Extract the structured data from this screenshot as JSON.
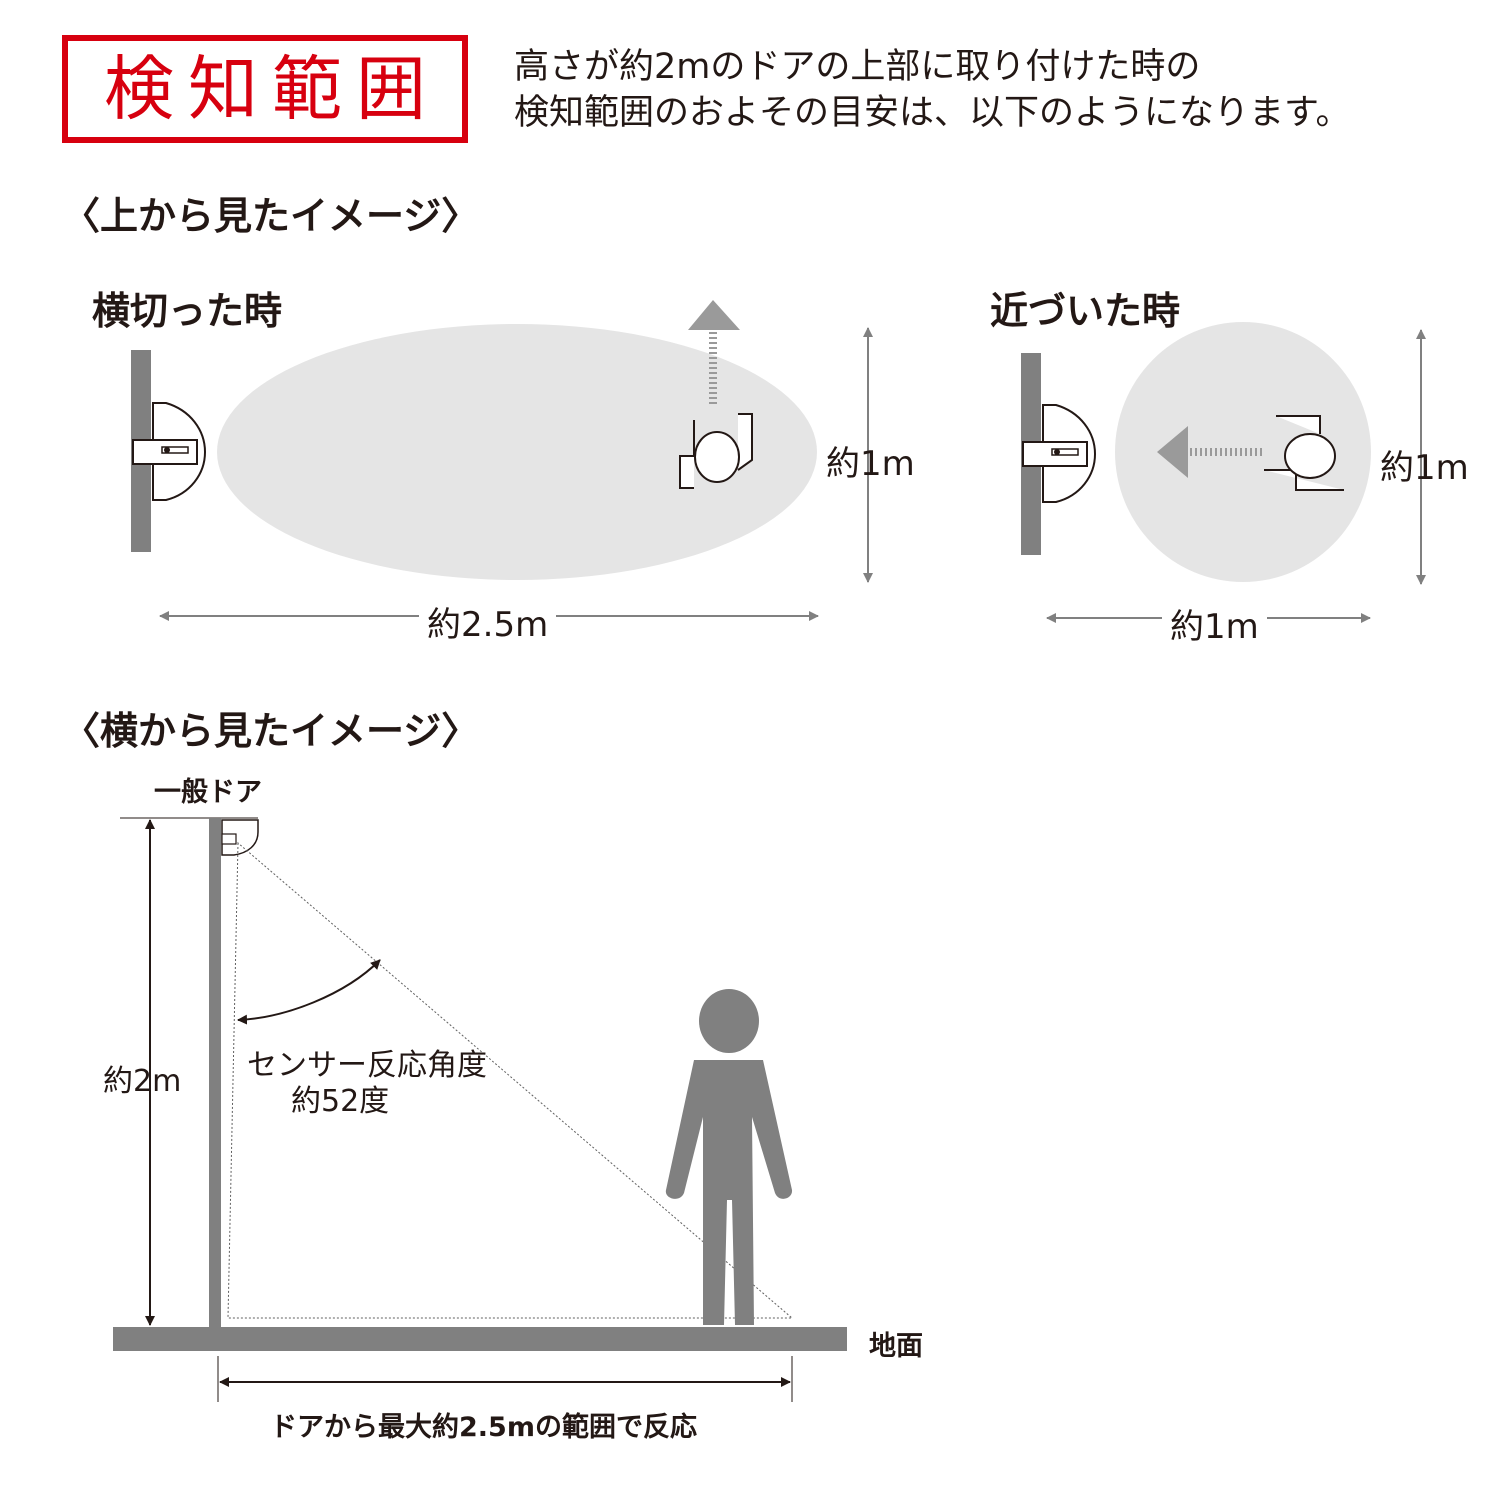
{
  "header": {
    "title": "検知範囲",
    "intro_line1": "高さが約2mのドアの上部に取り付けた時の",
    "intro_line2": "検知範囲のおよその目安は、以下のようになります。"
  },
  "top_view": {
    "heading": "〈上から見たイメージ〉",
    "crossing": {
      "title": "横切った時",
      "width_label": "約2.5m",
      "height_label": "約1m"
    },
    "approaching": {
      "title": "近づいた時",
      "width_label": "約1m",
      "height_label": "約1m"
    }
  },
  "side_view": {
    "heading": "〈横から見たイメージ〉",
    "door_label": "一般ドア",
    "height_label": "約2m",
    "angle_label_line1": "センサー反応角度",
    "angle_label_line2": "約52度",
    "ground_label": "地面",
    "range_label": "ドアから最大約2.5mの範囲で反応"
  },
  "colors": {
    "accent_red": "#d7000f",
    "dark_gray": "#808080",
    "zone_gray": "#e5e5e5",
    "arrow_gray": "#9a9a9a",
    "text": "#231815"
  }
}
